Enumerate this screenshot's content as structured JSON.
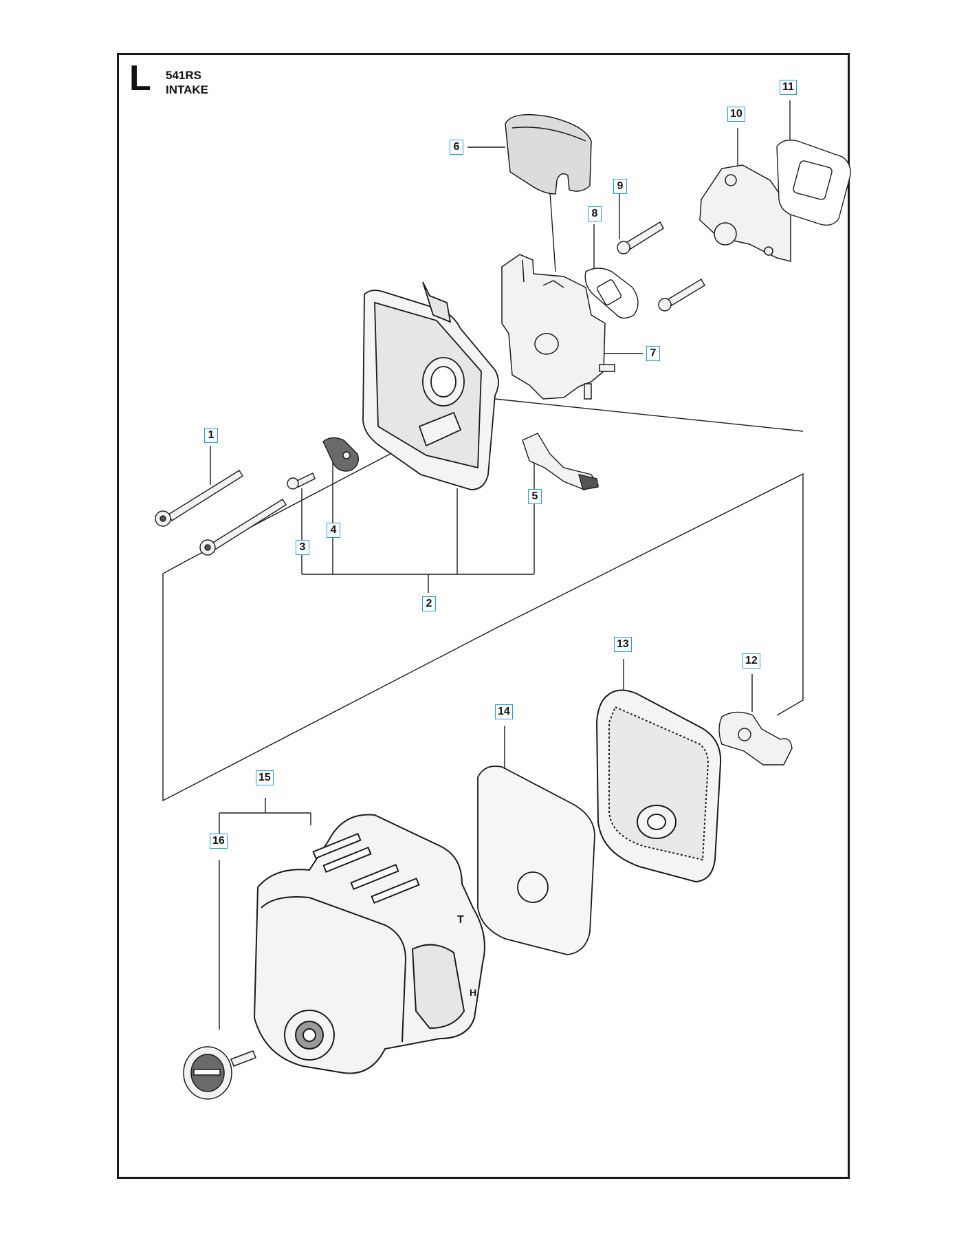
{
  "header": {
    "section_letter": "L",
    "model": "541RS",
    "section": "INTAKE"
  },
  "callouts": [
    "1",
    "2",
    "3",
    "4",
    "5",
    "6",
    "7",
    "8",
    "9",
    "10",
    "11",
    "12",
    "13",
    "14",
    "15",
    "16"
  ],
  "colors": {
    "line": "#1a1a1a",
    "callout_border": "#1aa0d8",
    "part_fill": "#f2f2f2",
    "dark_part": "#555555"
  },
  "cover_marks": {
    "top": "T",
    "side": "H"
  }
}
